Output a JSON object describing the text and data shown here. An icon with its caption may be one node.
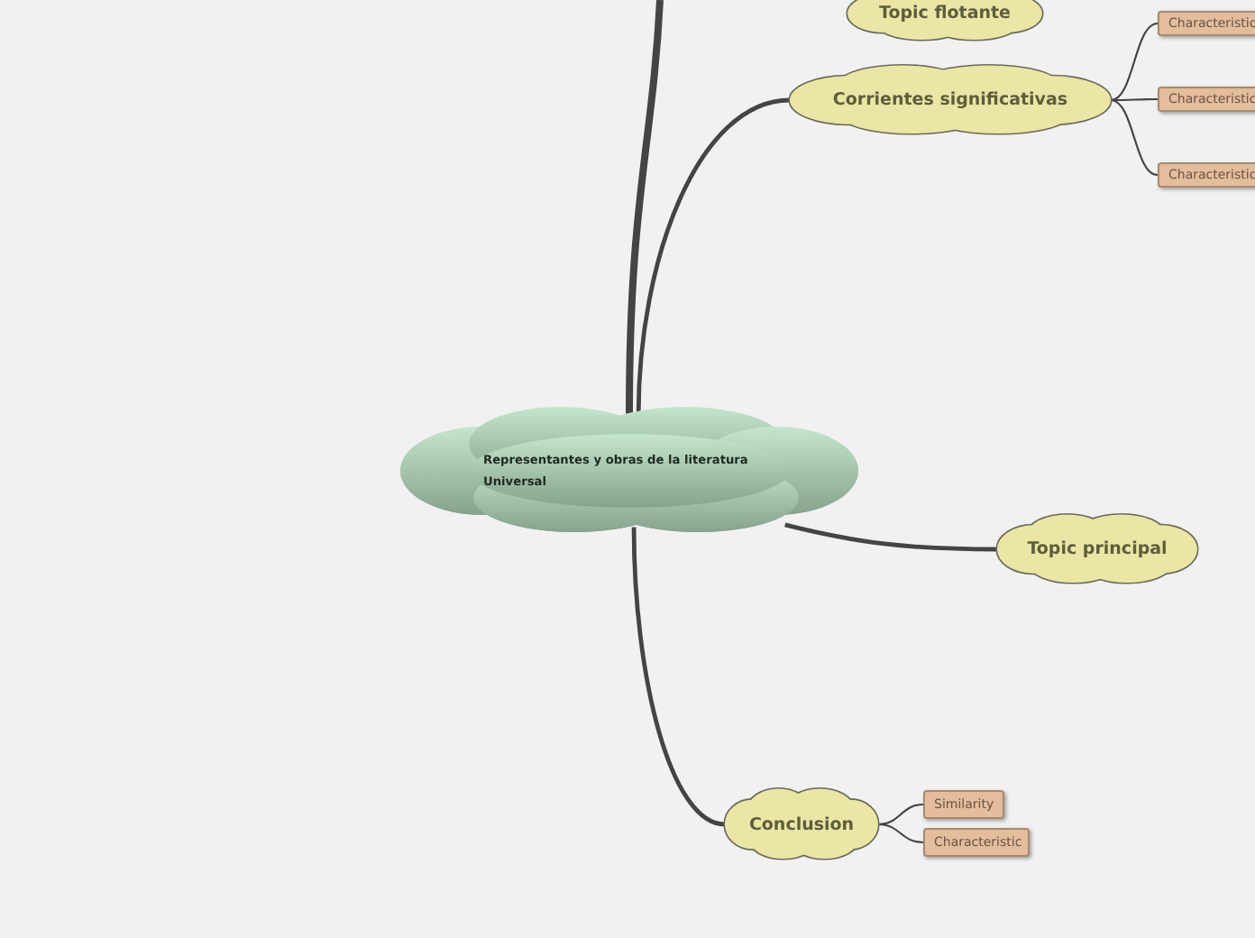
{
  "diagram": {
    "nodes": [
      {
        "text": [
          "Representantes y obras de la literatura Universal"
        ]
      },
      {
        "text": [
          "Topic flotante"
        ]
      },
      {
        "text": [
          "Corrientes significativas"
        ]
      },
      {
        "text": [
          "Characteristic"
        ]
      },
      {
        "text": [
          "Characteristic"
        ]
      },
      {
        "text": [
          "Characteristic"
        ]
      },
      {
        "text": [
          "Topic principal"
        ]
      },
      {
        "text": [
          "Conclusion"
        ]
      },
      {
        "text": [
          "Similarity"
        ]
      },
      {
        "text": [
          "Characteristic"
        ]
      }
    ],
    "edges": [
      {
        "from": 0,
        "to": null,
        "arrow": "none",
        "style": "thick"
      },
      {
        "from": 0,
        "to": 2,
        "arrow": "none"
      },
      {
        "from": 0,
        "to": 6,
        "arrow": "none"
      },
      {
        "from": 0,
        "to": 7,
        "arrow": "none"
      },
      {
        "from": 2,
        "to": 3,
        "arrow": "none"
      },
      {
        "from": 2,
        "to": 4,
        "arrow": "none"
      },
      {
        "from": 2,
        "to": 5,
        "arrow": "none"
      },
      {
        "from": 7,
        "to": 8,
        "arrow": "none"
      },
      {
        "from": 7,
        "to": 9,
        "arrow": "none"
      }
    ]
  }
}
